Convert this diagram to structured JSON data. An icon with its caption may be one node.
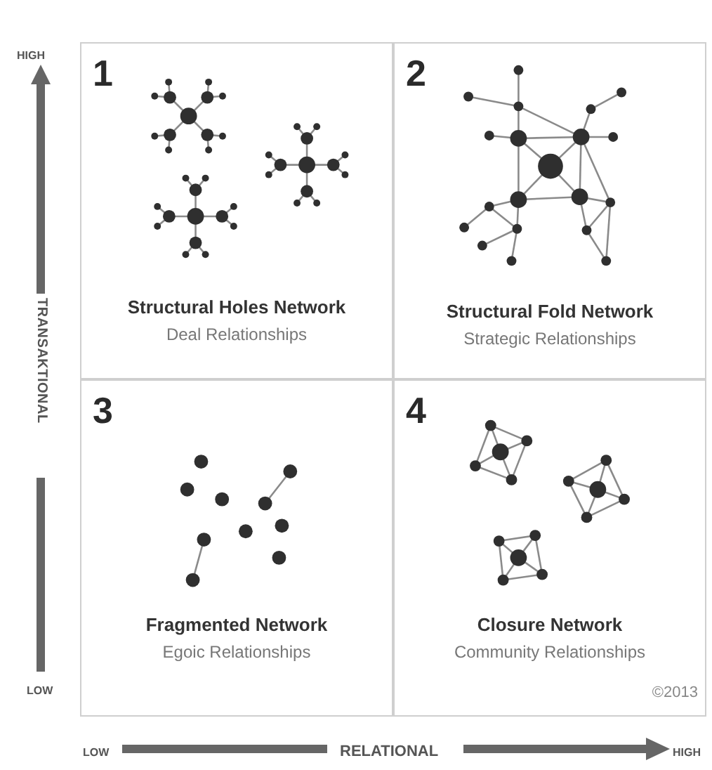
{
  "diagram": {
    "nodes": [
      {
        "text": [
          "1",
          "Structural Holes Network",
          "Deal Relationships"
        ]
      },
      {
        "text": [
          "2",
          "Structural Fold Network",
          "Strategic Relationships"
        ]
      },
      {
        "text": [
          "3",
          "Fragmented Network",
          "Egoic Relationships"
        ]
      },
      {
        "text": [
          "4",
          "Closure Network",
          "Community Relationships"
        ]
      }
    ],
    "labels": [
      "HIGH",
      "TRANSAKTIONAL",
      "LOW",
      "©2013",
      "LOW",
      "RELATIONAL",
      "HIGH"
    ]
  }
}
